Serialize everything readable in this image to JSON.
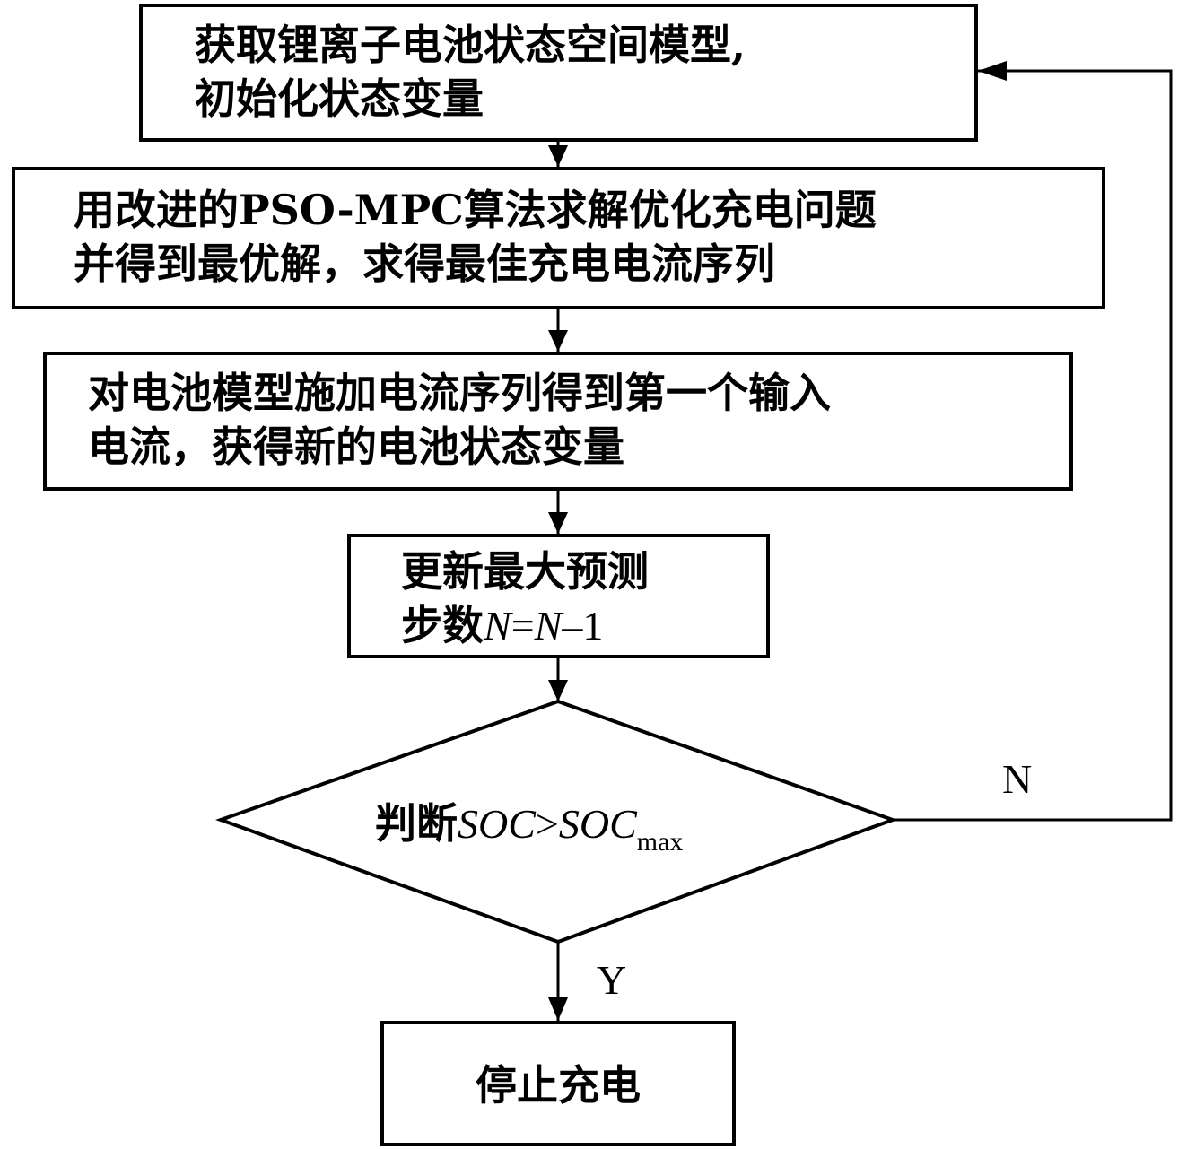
{
  "steps": [
    {
      "lines": [
        "获取锂离子电池状态空间模型,",
        "初始化状态变量"
      ]
    },
    {
      "lines": [
        "用改进的PSO-MPC算法求解优化充电问题",
        "并得到最优解，求得最佳充电电流序列"
      ]
    },
    {
      "lines": [
        "对电池模型施加电流序列得到第一个输入",
        "电流，获得新的电池状态变量"
      ]
    },
    {
      "line1": "更新最大预测",
      "line2_prefix": "步数",
      "var": "N",
      "op_eq": "=",
      "var2": "N",
      "op_minus": "–1"
    }
  ],
  "decision": {
    "prefix": "判断",
    "var": "SOC",
    "op": ">",
    "var2": "SOC",
    "subscript": "max"
  },
  "branch_no": "N",
  "branch_yes": "Y",
  "end": {
    "label": "停止充电"
  }
}
